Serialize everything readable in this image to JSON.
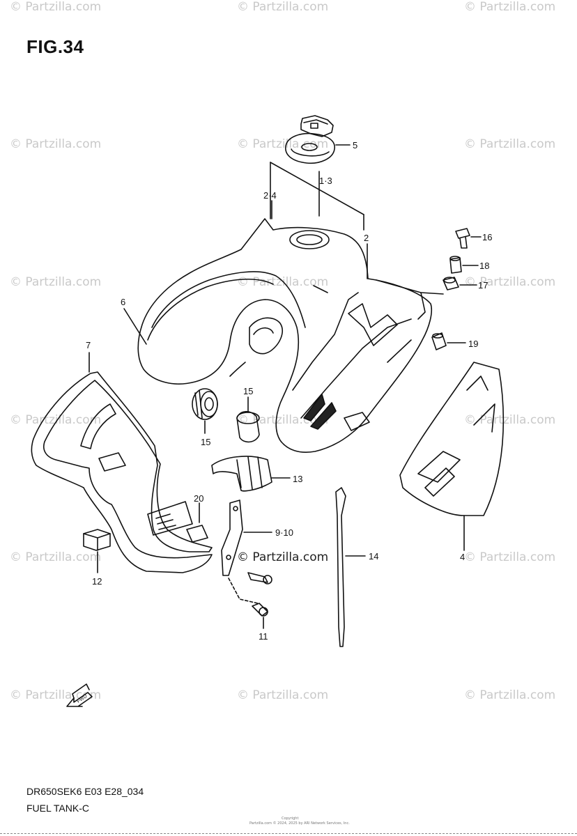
{
  "figure": {
    "title": "FIG.34",
    "model_code": "DR650SEK6 E03 E28_034",
    "caption": "FUEL TANK-C",
    "fwd_arrow_label": "FWD"
  },
  "watermark": {
    "text": "© Partzilla.com",
    "center_text": "© Partzilla.com",
    "copyright_line_1": "Copyright",
    "copyright_line_2": "Partzilla.com © 2024, 2025 by ARI Network Services, Inc."
  },
  "callouts": {
    "c1": "5",
    "c2": "1·3",
    "c3": "2·4",
    "c4": "2",
    "c5": "16",
    "c6": "18",
    "c7": "17",
    "c8": "19",
    "c9": "6",
    "c10": "7",
    "c11": "15",
    "c12": "15",
    "c13": "13",
    "c14": "20",
    "c15": "9·10",
    "c16": "14",
    "c17": "12",
    "c18": "11",
    "c19": "4"
  }
}
